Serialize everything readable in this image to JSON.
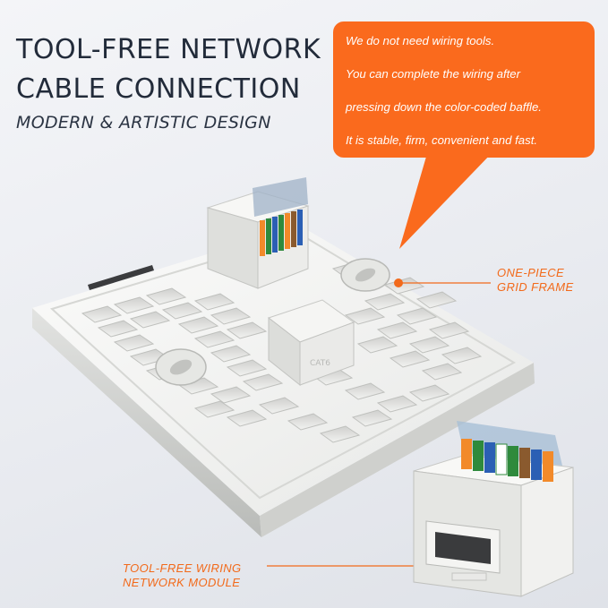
{
  "headline": {
    "line1": "TOOL-FREE NETWORK",
    "line2": "CABLE CONNECTION",
    "subtitle": "MODERN & ARTISTIC DESIGN"
  },
  "speech_bubble": {
    "lines": [
      "We do not need wiring tools.",
      "You can complete the wiring after",
      "pressing down the color-coded baffle.",
      "It is stable, firm, convenient and fast."
    ]
  },
  "callouts": {
    "grid_frame": [
      "ONE-PIECE",
      "GRID FRAME"
    ],
    "network_module": [
      "TOOL-FREE WIRING",
      "NETWORK MODULE"
    ]
  },
  "colors": {
    "accent": "#fa6a1d",
    "headline_text": "#222b3a",
    "plate": "#f3f3f1",
    "plate_shadow": "#c8c9c6"
  },
  "icons": {
    "wall_plate": "network-wall-plate-illustration",
    "keystone": "rj45-keystone-module-illustration"
  }
}
